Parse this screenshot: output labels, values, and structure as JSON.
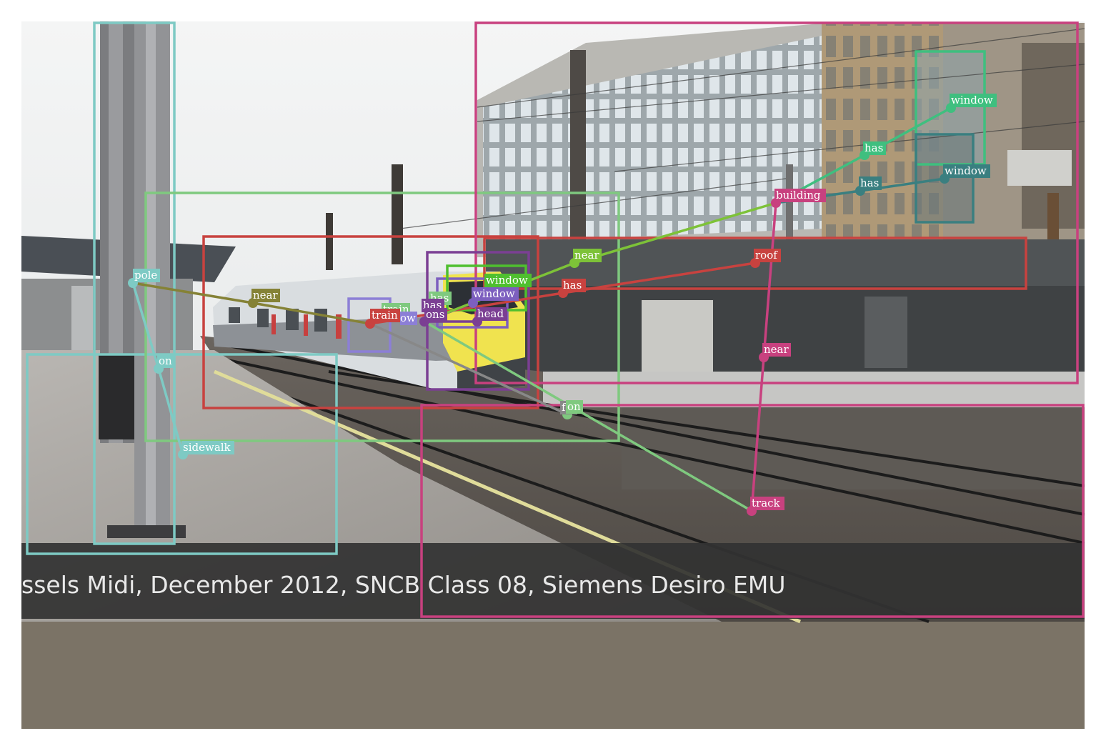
{
  "photo": {
    "caption": "ssels Midi, December 2012, SNCB Class 08, Siemens Desiro EMU"
  },
  "colors": {
    "teal": "#7ecac4",
    "olive": "#858236",
    "green_light": "#7fc97f",
    "red": "#c8423f",
    "purple": "#7b3f93",
    "violet": "#7d5fbf",
    "green_lime": "#7dc238",
    "pink": "#c8417f",
    "green_mint": "#3fbf7f",
    "teal_dark": "#3a7f80"
  },
  "objects": [
    {
      "id": "pole",
      "label": "pole"
    },
    {
      "id": "sidewalk",
      "label": "sidewalk"
    },
    {
      "id": "train",
      "label": "train"
    },
    {
      "id": "train2",
      "label": "train"
    },
    {
      "id": "window_small",
      "label": "window"
    },
    {
      "id": "window_mid",
      "label": "window"
    },
    {
      "id": "window_front",
      "label": "window"
    },
    {
      "id": "head",
      "label": "head"
    },
    {
      "id": "building",
      "label": "building"
    },
    {
      "id": "roof",
      "label": "roof"
    },
    {
      "id": "track",
      "label": "track"
    },
    {
      "id": "window_b1",
      "label": "window"
    },
    {
      "id": "window_b2",
      "label": "window"
    }
  ],
  "relations": [
    {
      "subject": "pole",
      "predicate": "near",
      "object": "train"
    },
    {
      "subject": "pole",
      "predicate": "on",
      "object": "sidewalk"
    },
    {
      "subject": "train",
      "predicate": "has",
      "object": "window_small"
    },
    {
      "subject": "train",
      "predicate": "has",
      "object": "head"
    },
    {
      "subject": "train",
      "predicate": "has",
      "object": "roof"
    },
    {
      "subject": "train",
      "predicate": "on",
      "object": "track"
    },
    {
      "subject": "train2",
      "predicate": "has",
      "object": "window_mid"
    },
    {
      "subject": "building",
      "predicate": "near",
      "object": "train2"
    },
    {
      "subject": "building",
      "predicate": "has",
      "object": "window_b1"
    },
    {
      "subject": "building",
      "predicate": "has",
      "object": "window_b2"
    },
    {
      "subject": "building",
      "predicate": "near",
      "object": "track"
    }
  ],
  "text_labels": {
    "pole": "pole",
    "near1": "near",
    "on1": "on",
    "sidewalk": "sidewalk",
    "train": "train",
    "train_hidden": "train",
    "ow": "ow",
    "has_a": "has",
    "has_b": "has",
    "ons": "ons",
    "window_mid": "window",
    "window_front": "window",
    "head": "head",
    "has_roof": "has",
    "roof": "roof",
    "near2": "near",
    "building": "building",
    "has_b1": "has",
    "window_b1": "window",
    "has_b2": "has",
    "window_b2": "window",
    "near3": "near",
    "on2": "on",
    "fo": "fo",
    "track": "track"
  }
}
